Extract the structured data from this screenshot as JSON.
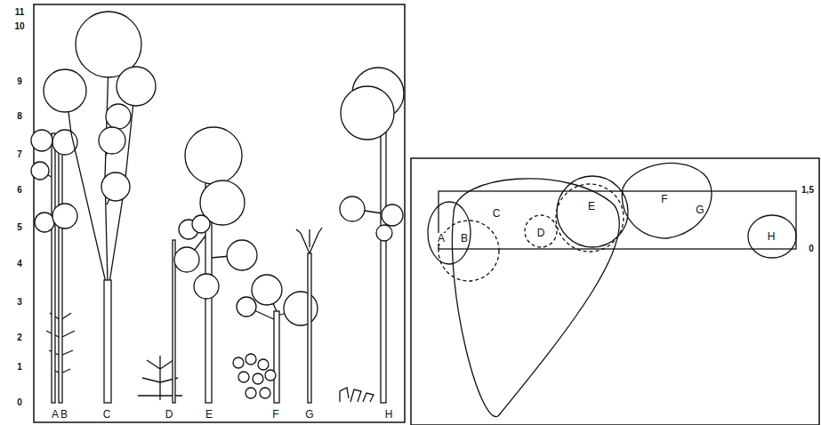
{
  "diagram": {
    "labels": [
      "11",
      "10",
      "9",
      "8",
      "7",
      "6",
      "5",
      "4",
      "3",
      "2",
      "1",
      "0",
      "A",
      "B",
      "C",
      "D",
      "E",
      "F",
      "G",
      "H",
      "A",
      "B",
      "C",
      "D",
      "E",
      "F",
      "G",
      "H",
      "1,5",
      "0"
    ]
  }
}
